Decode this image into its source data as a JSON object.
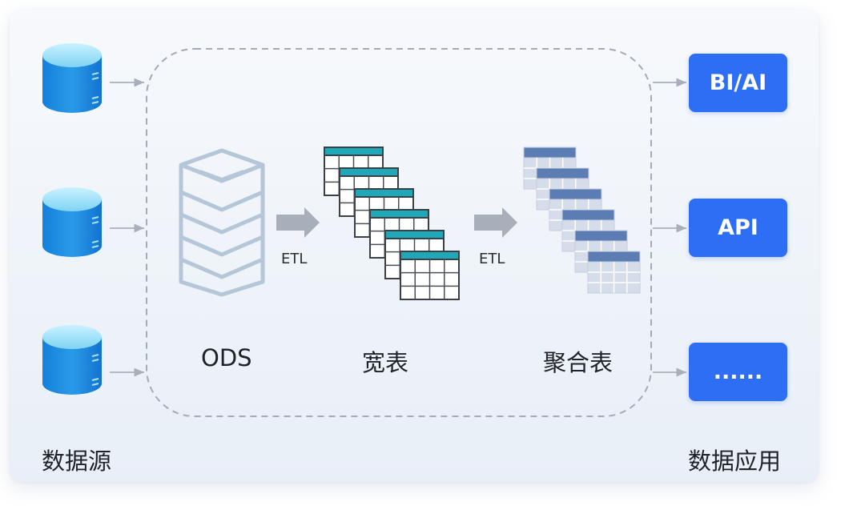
{
  "labels": {
    "sources": "数据源",
    "ods": "ODS",
    "wide_table": "宽表",
    "agg_table": "聚合表",
    "apps": "数据应用",
    "etl_1": "ETL",
    "etl_2": "ETL"
  },
  "outputs": [
    {
      "label": "BI/AI"
    },
    {
      "label": "API"
    },
    {
      "label": "......"
    }
  ],
  "colors": {
    "accent": "#2d6ef5",
    "db_blue": "#1f8fe0",
    "teal_header": "#1fa8b8",
    "steel_header": "#5b7db3",
    "ods_stroke": "#b5c6d8",
    "arrow_gray": "#a9aebb",
    "dash_gray": "#9ea6b3"
  },
  "icons": [
    "database-icon",
    "ods-stack-icon",
    "wide-table-icon",
    "aggregate-table-icon",
    "arrow-right-icon"
  ]
}
